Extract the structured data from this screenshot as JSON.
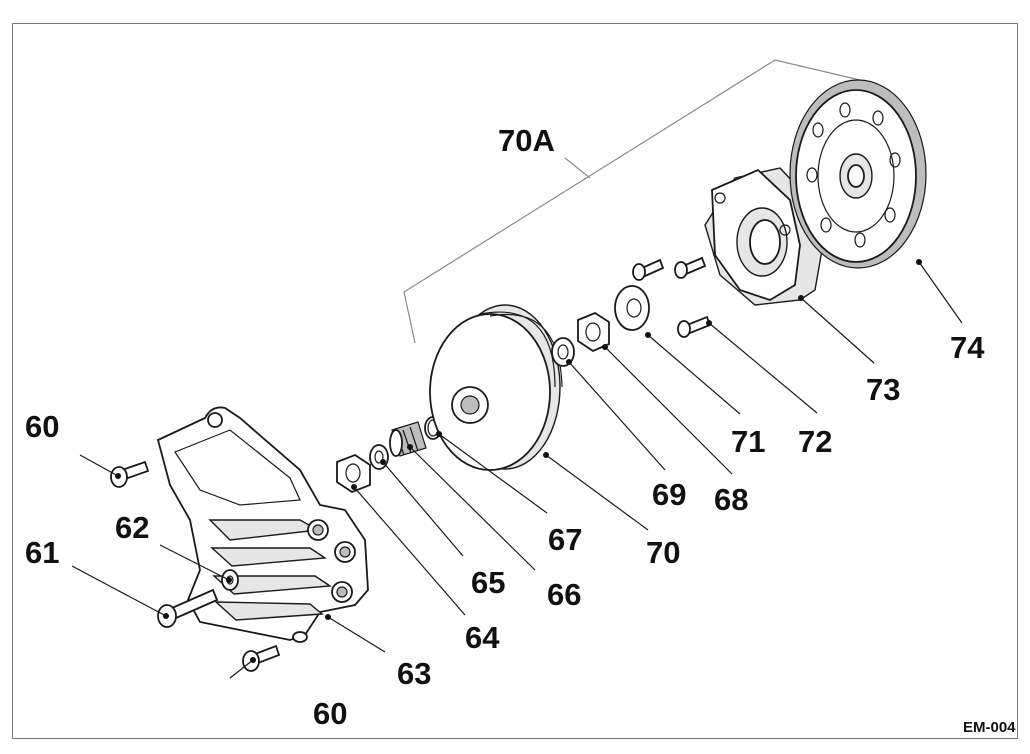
{
  "diagram": {
    "group_label": "70A",
    "drawing_code": "EM-004",
    "callouts": [
      "60",
      "60",
      "61",
      "62",
      "63",
      "64",
      "65",
      "66",
      "67",
      "70",
      "69",
      "68",
      "71",
      "72",
      "73",
      "74"
    ]
  }
}
